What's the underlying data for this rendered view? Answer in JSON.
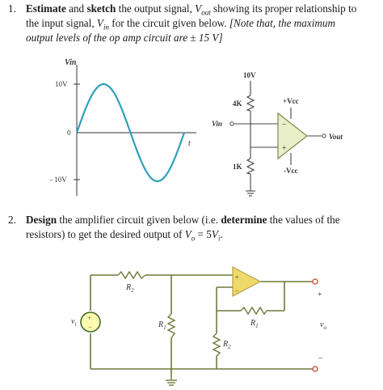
{
  "q1": {
    "number": "1.",
    "l1_b1": "Estimate",
    "l1_t1": " and ",
    "l1_b2": "sketch",
    "l1_t2": " the output signal, ",
    "l1_var": "V",
    "l1_sub": "out",
    "l1_t3": " showing its proper relationship to",
    "l2_t1": "the input signal, ",
    "l2_var": "V",
    "l2_sub": "in",
    "l2_t2": " for the circuit given below.",
    "l2_note": " [Note that, the maximum",
    "l3_note": "output levels of the op amp circuit are ± 15 V]"
  },
  "graph": {
    "ylabel": "Vin",
    "y_top": "10V",
    "y_zero": "0",
    "y_bottom": "- 10V",
    "xlabel": "t"
  },
  "circuit1": {
    "supply_top": "10V",
    "r_top": "4K",
    "vcc_pos": "+Vcc",
    "input": "Vin",
    "output": "Vout",
    "r_bottom": "1K",
    "vcc_neg": "-Vcc"
  },
  "q2": {
    "number": "2.",
    "l1_b1": "Design",
    "l1_t1": " the amplifier circuit given below (i.e. ",
    "l1_b2": "determine",
    "l1_t2": " the values of the",
    "l2_t1": "resistors) to get the desired output of ",
    "l2_eq": "V",
    "l2_eq_sub": "o",
    "l2_eq_mid": " = 5",
    "l2_eq_v": "V",
    "l2_eq_v_sub": "i",
    "l2_end": "."
  },
  "circuit2": {
    "r2_top": "R",
    "r2_top_sub": "2",
    "source_label": "v",
    "source_sub": "i",
    "r1_left": "R",
    "r1_left_sub": "1",
    "r1_fb": "R",
    "r1_fb_sub": "1",
    "r2_bottom": "R",
    "r2_bottom_sub": "2",
    "vo_label": "v",
    "vo_sub": "o",
    "plus": "+",
    "minus": "–"
  },
  "colors": {
    "sine": "#2f9fb8",
    "opamp": "#eed96a",
    "opamp_stroke": "#b8a24a",
    "wire": "#6b7b3a",
    "source_fill": "#fffbb0",
    "source_stroke": "#3c6a2a",
    "terminal": "#c63a2a"
  }
}
